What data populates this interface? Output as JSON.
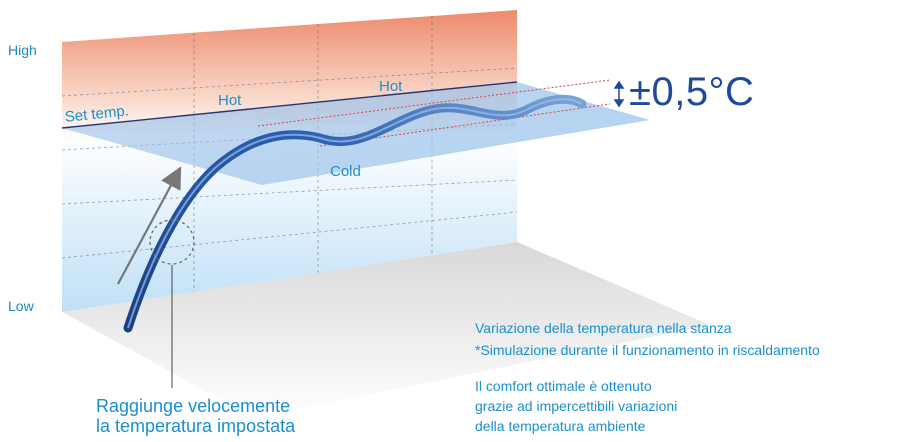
{
  "axis": {
    "high": "High",
    "low": "Low"
  },
  "labels": {
    "set_temp": "Set temp.",
    "hot_1": "Hot",
    "hot_2": "Hot",
    "cold": "Cold"
  },
  "tolerance": "±0,5°C",
  "variation_note": {
    "line1": "Variazione della temperatura nella stanza",
    "line2": "*Simulazione durante il funzionamento in riscaldamento"
  },
  "comfort_note": {
    "line1": "Il comfort ottimale è ottenuto",
    "line2": "grazie ad impercettibili variazioni",
    "line3": "della temperatura ambiente"
  },
  "callout": {
    "line1": "Raggiunge velocemente",
    "line2": "la temperatura impostata"
  },
  "colors": {
    "hot": "#ee8e6c",
    "cold": "#a7d4f1",
    "curve": "#1d4a9a",
    "text": "#1a8fd0"
  }
}
